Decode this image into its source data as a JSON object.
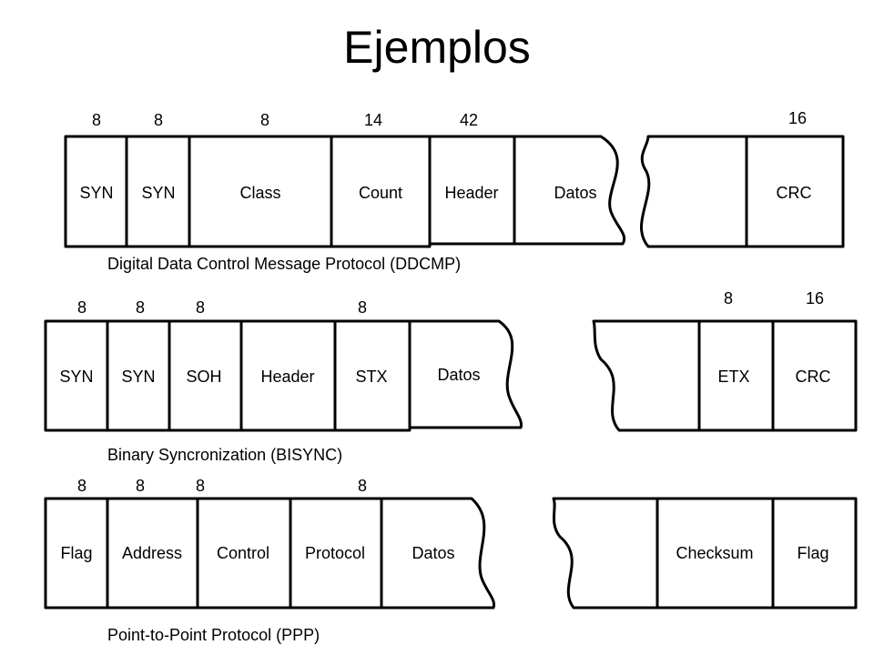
{
  "title": "Ejemplos",
  "protocols": [
    {
      "caption": "Digital Data Control Message Protocol (DDCMP)",
      "fields": [
        {
          "label": "SYN",
          "bits": "8"
        },
        {
          "label": "SYN",
          "bits": "8"
        },
        {
          "label": "Class",
          "bits": "8"
        },
        {
          "label": "Count",
          "bits": "14"
        },
        {
          "label": "Header",
          "bits": "42"
        },
        {
          "label": "Datos",
          "bits": ""
        },
        {
          "label": "",
          "bits": ""
        },
        {
          "label": "CRC",
          "bits": "16"
        }
      ]
    },
    {
      "caption": "Binary Syncronization (BISYNC)",
      "fields": [
        {
          "label": "SYN",
          "bits": "8"
        },
        {
          "label": "SYN",
          "bits": "8"
        },
        {
          "label": "SOH",
          "bits": "8"
        },
        {
          "label": "Header",
          "bits": ""
        },
        {
          "label": "STX",
          "bits": "8"
        },
        {
          "label": "Datos",
          "bits": ""
        },
        {
          "label": "",
          "bits": ""
        },
        {
          "label": "ETX",
          "bits": "8"
        },
        {
          "label": "CRC",
          "bits": "16"
        }
      ]
    },
    {
      "caption": "Point-to-Point Protocol (PPP)",
      "fields": [
        {
          "label": "Flag",
          "bits": "8"
        },
        {
          "label": "Address",
          "bits": "8"
        },
        {
          "label": "Control",
          "bits": "8"
        },
        {
          "label": "Protocol",
          "bits": "8"
        },
        {
          "label": "Datos",
          "bits": ""
        },
        {
          "label": "",
          "bits": ""
        },
        {
          "label": "Checksum",
          "bits": ""
        },
        {
          "label": "Flag",
          "bits": ""
        }
      ]
    }
  ]
}
